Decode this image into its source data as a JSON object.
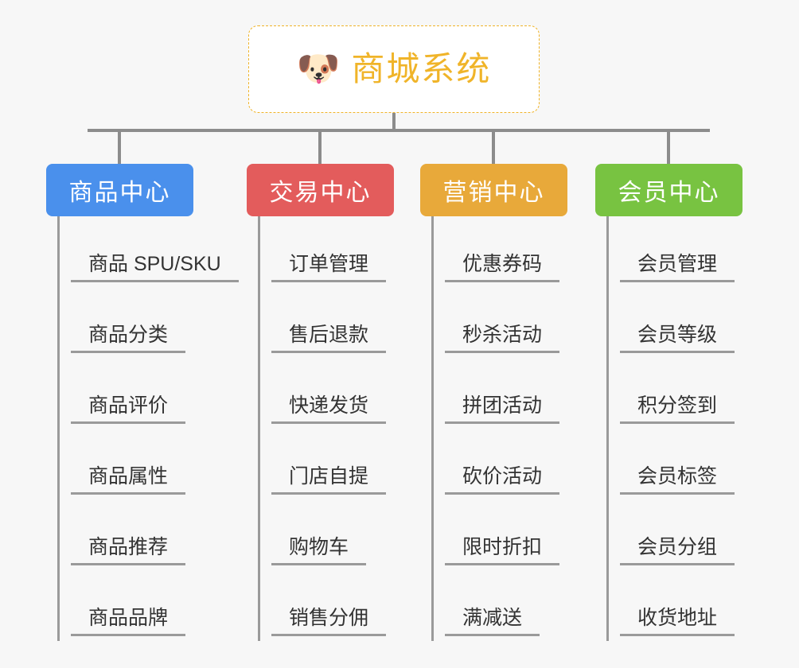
{
  "background_color": "#f7f7f7",
  "root": {
    "icon": "shiba-dog-face-icon",
    "emoji": "🐶",
    "title": "商城系统",
    "title_color": "#f0b429",
    "border_color": "#f0b429",
    "card_color": "#ffffff"
  },
  "connector_color": "#8c8c8c",
  "branches": [
    {
      "id": "product-center",
      "label": "商品中心",
      "color": "#4a90ec",
      "items": [
        "商品 SPU/SKU",
        "商品分类",
        "商品评价",
        "商品属性",
        "商品推荐",
        "商品品牌"
      ]
    },
    {
      "id": "trade-center",
      "label": "交易中心",
      "color": "#e35c5c",
      "items": [
        "订单管理",
        "售后退款",
        "快递发货",
        "门店自提",
        "购物车",
        "销售分佣"
      ]
    },
    {
      "id": "marketing-center",
      "label": "营销中心",
      "color": "#e8a93a",
      "items": [
        "优惠券码",
        "秒杀活动",
        "拼团活动",
        "砍价活动",
        "限时折扣",
        "满减送"
      ]
    },
    {
      "id": "member-center",
      "label": "会员中心",
      "color": "#78c341",
      "items": [
        "会员管理",
        "会员等级",
        "积分签到",
        "会员标签",
        "会员分组",
        "收货地址"
      ]
    }
  ]
}
